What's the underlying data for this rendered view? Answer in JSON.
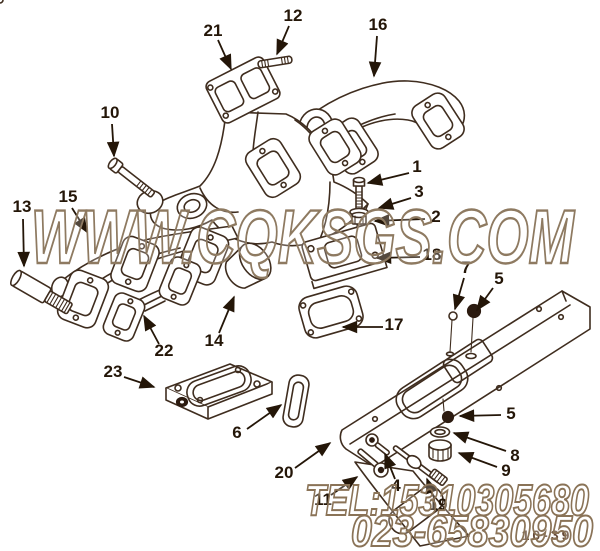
{
  "watermark": {
    "site": "WWW.CQKSGS.COM",
    "tel": "TEL:15310305680",
    "phone": "023-65830950"
  },
  "figure_code": "10-39",
  "callouts": [
    {
      "label": "1"
    },
    {
      "label": "2"
    },
    {
      "label": "3"
    },
    {
      "label": "4"
    },
    {
      "label": "5"
    },
    {
      "label": "5"
    },
    {
      "label": "6"
    },
    {
      "label": "7"
    },
    {
      "label": "8"
    },
    {
      "label": "9"
    },
    {
      "label": "10"
    },
    {
      "label": "11"
    },
    {
      "label": "12"
    },
    {
      "label": "13"
    },
    {
      "label": "14"
    },
    {
      "label": "15"
    },
    {
      "label": "16"
    },
    {
      "label": "17"
    },
    {
      "label": "18"
    },
    {
      "label": "19"
    },
    {
      "label": "20"
    },
    {
      "label": "21"
    },
    {
      "label": "22"
    },
    {
      "label": "23"
    }
  ],
  "colors": {
    "line_art": "#3f2d1f",
    "callout_text": "#241608",
    "watermark_stroke": "#8e7a61",
    "background": "#ffffff"
  }
}
